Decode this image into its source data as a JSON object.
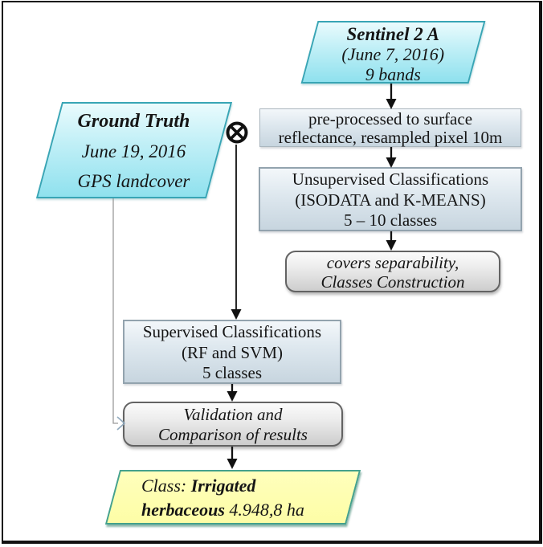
{
  "diagram": {
    "type": "flowchart",
    "description": "Sentinel 2A land-cover classification workflow"
  },
  "nodes": {
    "sentinel": {
      "title": "Sentinel 2 A",
      "line2": "(June 7, 2016)",
      "line3": "9 bands"
    },
    "ground_truth": {
      "title": "Ground Truth",
      "line2": "June 19, 2016",
      "line3": "GPS landcover"
    },
    "preprocess": {
      "line1": "pre-processed to surface",
      "line2": "reflectance, resampled pixel  10m"
    },
    "unsupervised": {
      "line1": "Unsupervised Classifications",
      "line2": "(ISODATA and K-MEANS)",
      "line3": "5 – 10 classes"
    },
    "separability": {
      "line1": "covers separability,",
      "line2": "Classes Construction"
    },
    "supervised": {
      "line1": "Supervised Classifications",
      "line2": "(RF and SVM)",
      "line3": "5 classes"
    },
    "validation": {
      "line1": "Validation and",
      "line2": "Comparison of results"
    },
    "output": {
      "prefix": "Class: ",
      "bold1": "Irrigated",
      "bold2": "herbaceous ",
      "area": "4.948,8 ha"
    }
  },
  "icons": {
    "merge_junction": "circled-x-merge"
  },
  "colors": {
    "input_fill_top": "#eafbfd",
    "input_fill_bottom": "#8fe1ee",
    "input_border": "#38a5b5",
    "process_fill_top": "#f3f7fa",
    "process_fill_bottom": "#c7d5df",
    "process_border": "#93a3ae",
    "result_fill_top": "#fbfbfb",
    "result_fill_bottom": "#cdcdcd",
    "result_border": "#636363",
    "output_fill": "#fdfda6",
    "output_border": "#44a18c",
    "arrow": "#111111",
    "thin_line": "#9a9a9a",
    "open_arrowhead": "#8fa8bc",
    "frame_border": "#121212"
  }
}
